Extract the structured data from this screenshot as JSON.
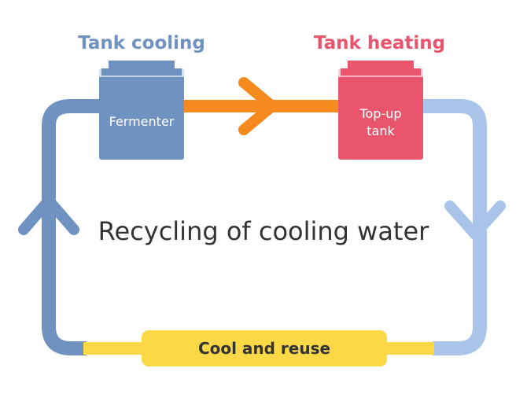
{
  "diagram": {
    "tank_cooling_title": "Tank cooling",
    "tank_heating_title": "Tank heating",
    "fermenter_label": "Fermenter",
    "topup_label_line1": "Top-up",
    "topup_label_line2": "tank",
    "center_title": "Recycling of cooling water",
    "bottom_label": "Cool and reuse"
  },
  "colors": {
    "cool_blue": "#6f92c1",
    "light_blue": "#a9c4e8",
    "heat_red": "#e8556d",
    "pipe_orange": "#f58a1e",
    "yellow": "#fbd946",
    "text_dark": "#333333"
  }
}
